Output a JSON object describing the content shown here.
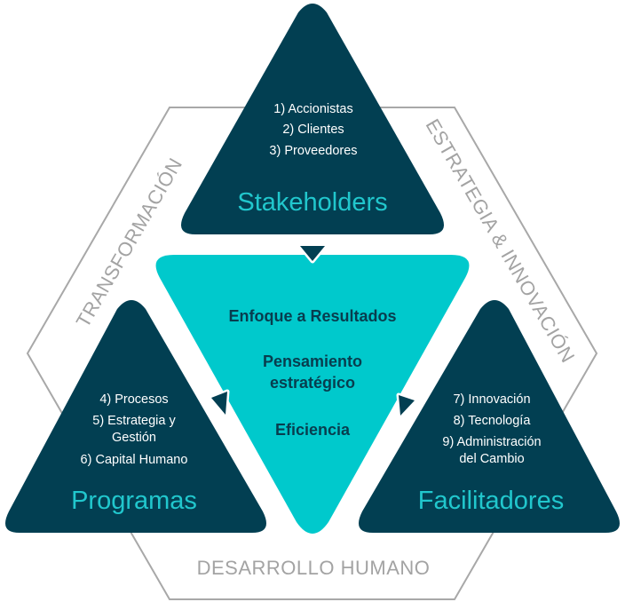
{
  "frame_labels": {
    "left": "TRANSFORMACIÓN",
    "right": "ESTRATEGIA & INNOVACIÓN",
    "bottom": "DESARROLLO HUMANO"
  },
  "colors": {
    "dark_triangle": "#023f52",
    "center_triangle": "#00c9cc",
    "title_text": "#21c7cd",
    "frame": "#a8a8a8"
  },
  "stakeholders": {
    "title": "Stakeholders",
    "items": [
      "1) Accionistas",
      "2) Clientes",
      "3) Proveedores"
    ]
  },
  "programas": {
    "title": "Programas",
    "items": [
      "4) Procesos",
      "5) Estrategia y",
      "Gestión",
      "6) Capital Humano"
    ]
  },
  "facilitadores": {
    "title": "Facilitadores",
    "items": [
      "7) Innovación",
      "8) Tecnología",
      "9) Administración",
      "del Cambio"
    ]
  },
  "center": {
    "lines": [
      "Enfoque a Resultados",
      "Pensamiento",
      "estratégico",
      "Eficiencia"
    ]
  }
}
